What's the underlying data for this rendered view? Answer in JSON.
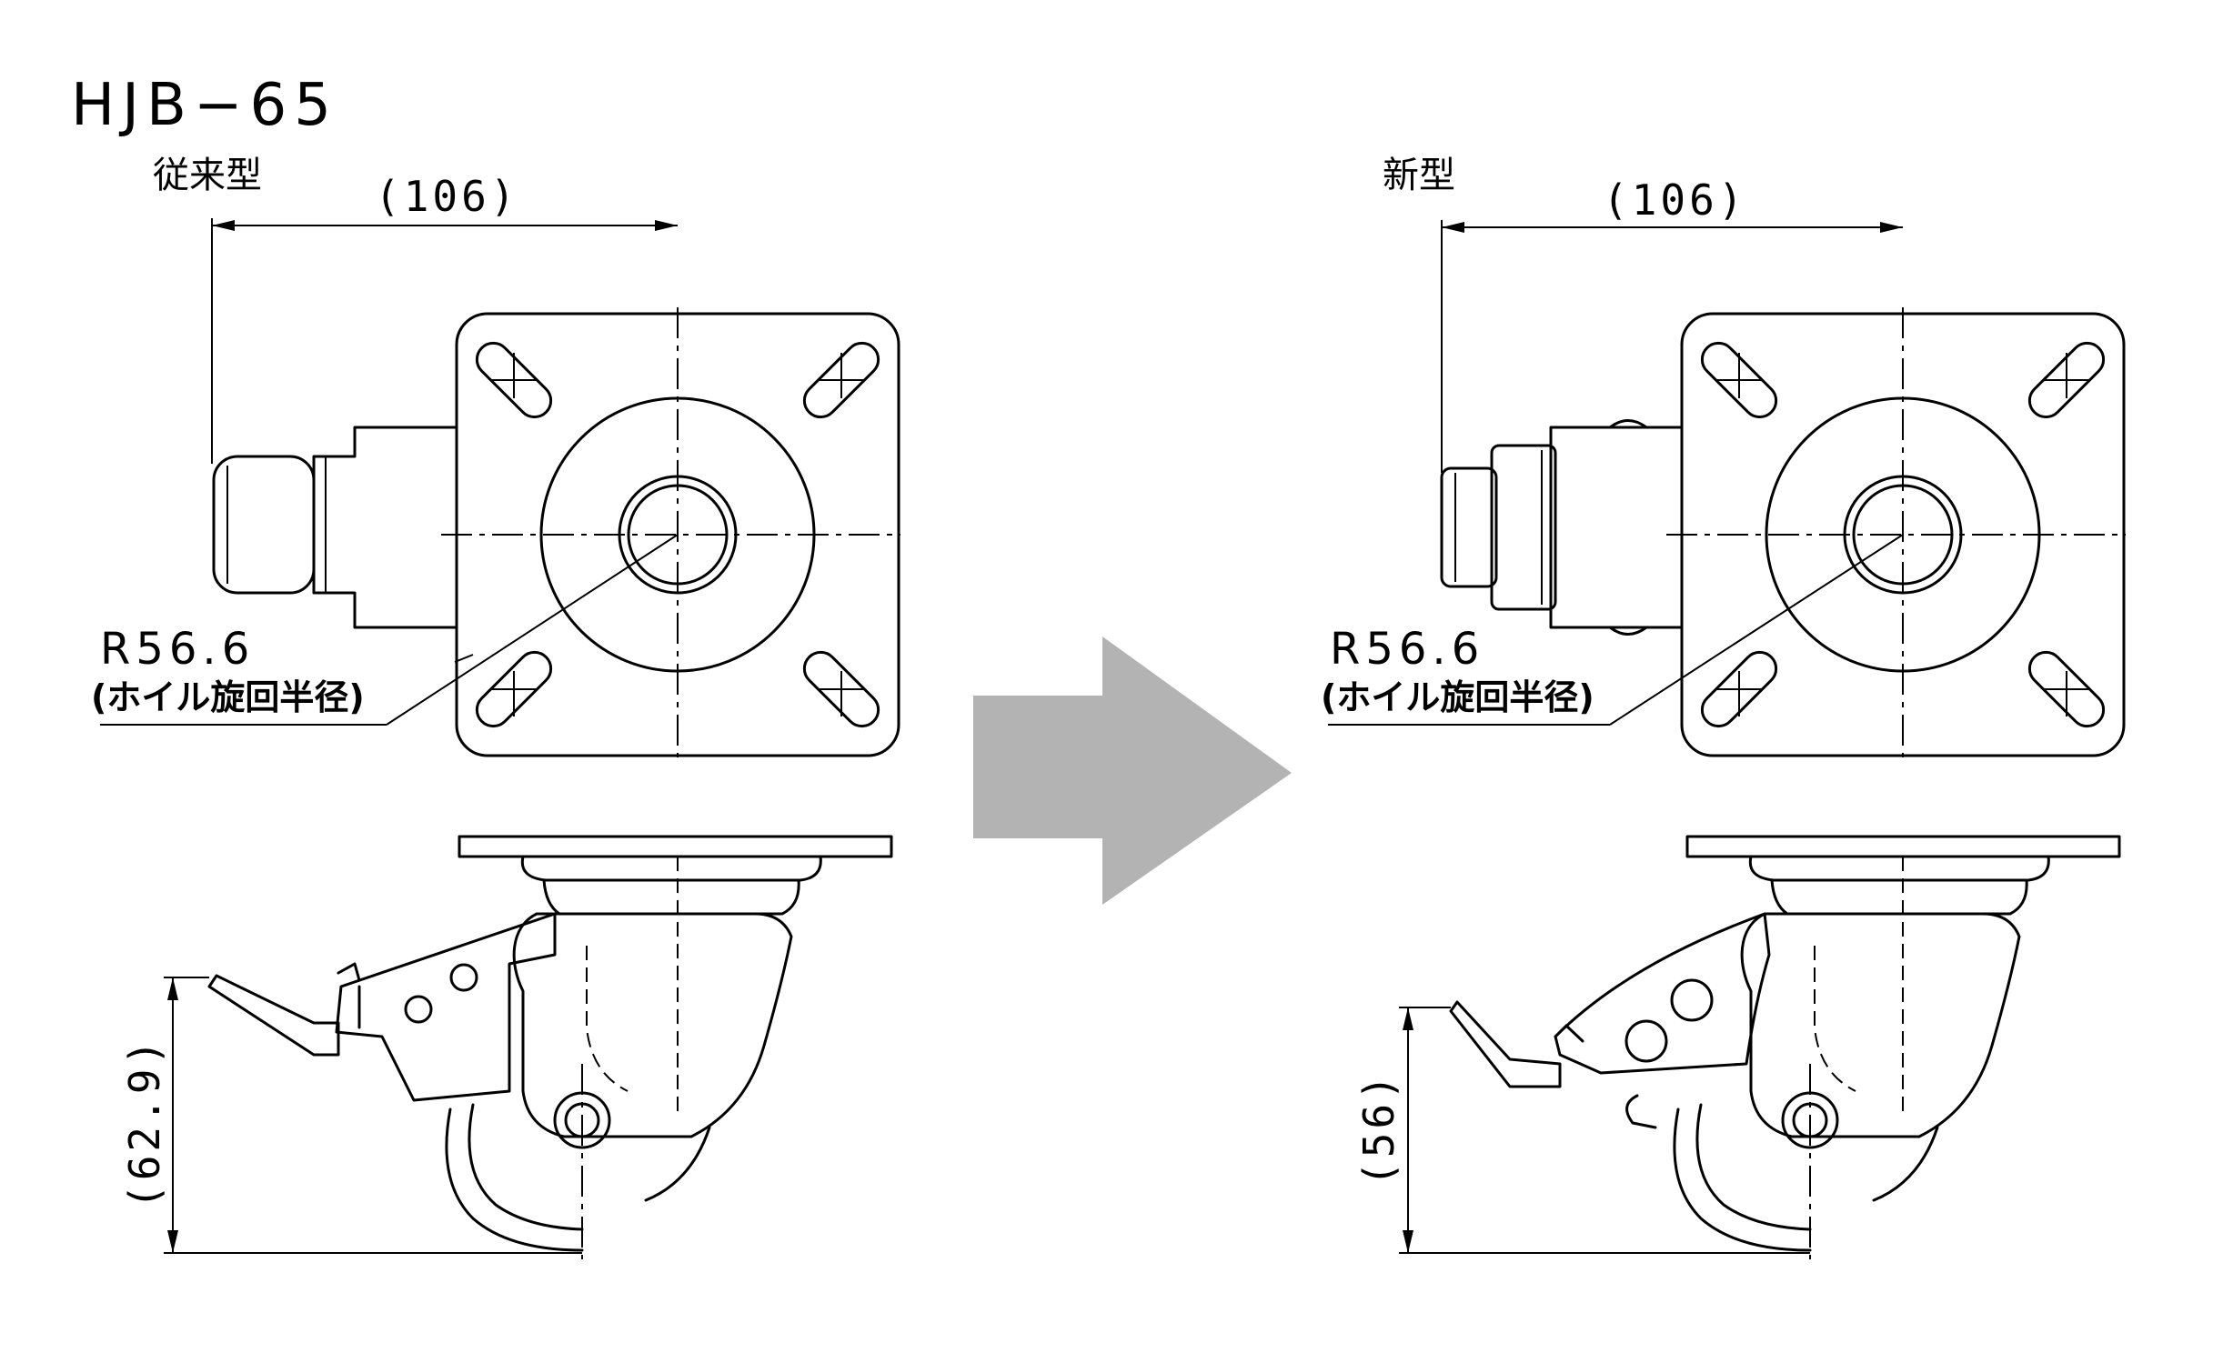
{
  "title": "HJB−65",
  "old_model": {
    "label": "従来型",
    "width_dim": "(106)",
    "height_dim": "(62.9)",
    "radius_text": "R56.6",
    "radius_note": "(ホイル旋回半径)"
  },
  "new_model": {
    "label": "新型",
    "width_dim": "(106)",
    "height_dim": "(56)",
    "radius_text": "R56.6",
    "radius_note": "(ホイル旋回半径)"
  },
  "arrow": {
    "color": "#b3b3b3",
    "icon": "right-arrow-icon"
  },
  "colors": {
    "line": "#000000",
    "background": "#ffffff"
  }
}
